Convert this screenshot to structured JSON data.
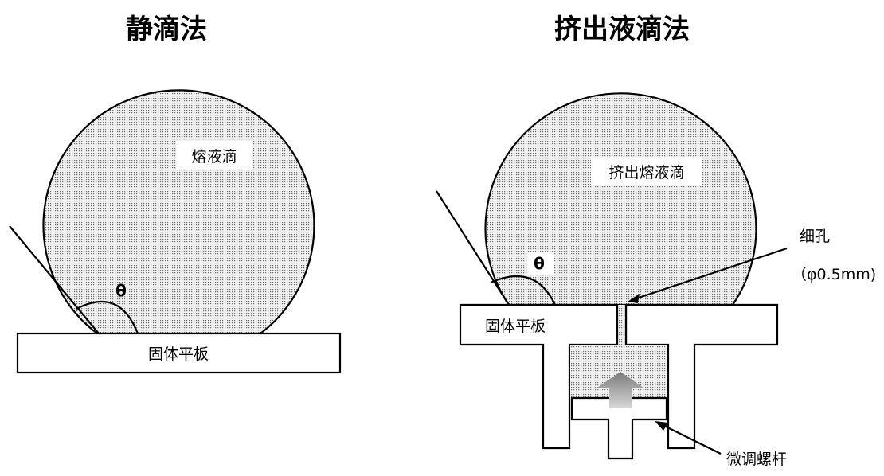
{
  "left": {
    "title": "静滴法",
    "drop_label": "熔液滴",
    "theta_label": "θ",
    "plate_label": "固体平板"
  },
  "right": {
    "title": "挤出液滴法",
    "drop_label": "挤出熔液滴",
    "theta_label": "θ",
    "plate_label": "固体平板",
    "hole_label": "细孔",
    "hole_size": "（φ0.5mm)",
    "screw_label": "微调螺杆"
  }
}
